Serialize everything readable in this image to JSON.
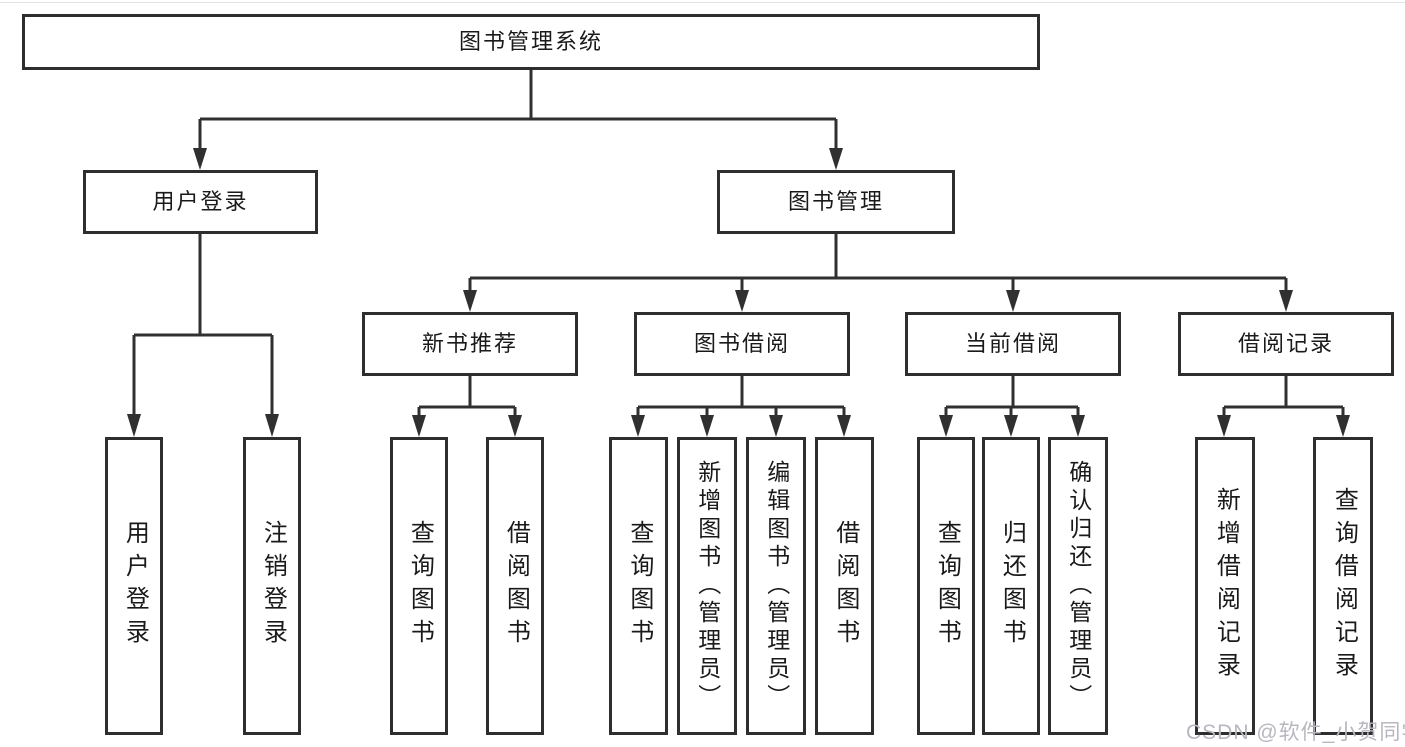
{
  "diagram": {
    "root": "图书管理系统",
    "branches": [
      {
        "label": "用户登录",
        "children": [
          "用户登录",
          "注销登录"
        ]
      },
      {
        "label": "图书管理",
        "sections": [
          {
            "label": "新书推荐",
            "children": [
              "查询图书",
              "借阅图书"
            ]
          },
          {
            "label": "图书借阅",
            "children": [
              "查询图书",
              "新增图书（管理员）",
              "编辑图书（管理员）",
              "借阅图书"
            ]
          },
          {
            "label": "当前借阅",
            "children": [
              "查询图书",
              "归还图书",
              "确认归还（管理员）"
            ]
          },
          {
            "label": "借阅记录",
            "children": [
              "新增借阅记录",
              "查询借阅记录"
            ]
          }
        ]
      }
    ]
  },
  "colors": {
    "line": "#303030",
    "border": "#2e2e2e",
    "text": "#1a1a1a",
    "background": "#ffffff",
    "watermark": "#b9b6bf"
  },
  "watermark": "CSDN @软件_小贺同学"
}
